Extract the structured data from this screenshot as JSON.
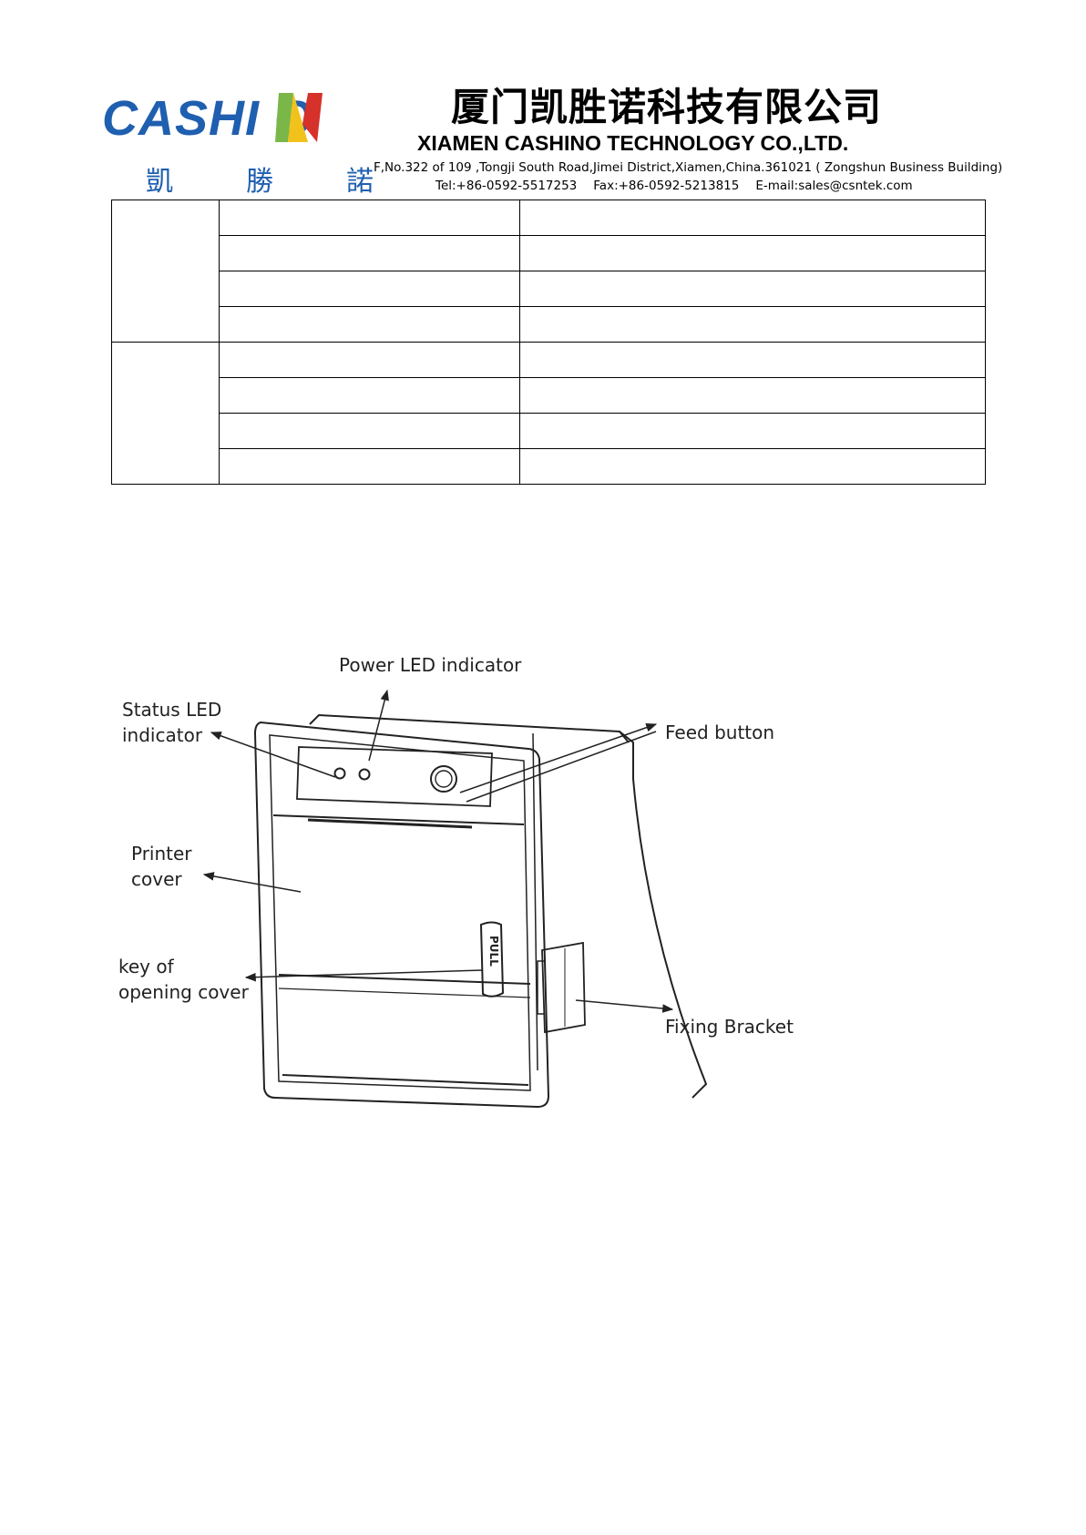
{
  "brand": {
    "logo_word": "CASHI O",
    "logo_cn": [
      "凱",
      "勝",
      "諾"
    ],
    "blue": "#1f5fb0",
    "green": "#7ab648",
    "yellow": "#f2c21c",
    "red": "#d6312b"
  },
  "company": {
    "name_cn": "厦门凯胜诺科技有限公司",
    "name_en": "XIAMEN CASHINO TECHNOLOGY CO.,LTD.",
    "address": "F,No.322 of 109 ,Tongji South Road,Jimei District,Xiamen,China.361021 ( Zongshun Business Building)",
    "tel": "Tel:+86-0592-5517253",
    "fax": "Fax:+86-0592-5213815",
    "email": "E-mail:sales@csntek.com"
  },
  "table": {
    "groups": [
      {
        "label": "",
        "rows": [
          [
            "",
            ""
          ],
          [
            "",
            ""
          ],
          [
            "",
            ""
          ],
          [
            "",
            ""
          ]
        ]
      },
      {
        "label": "",
        "rows": [
          [
            "",
            ""
          ],
          [
            "",
            ""
          ],
          [
            "",
            ""
          ],
          [
            "",
            ""
          ]
        ]
      }
    ]
  },
  "figure": {
    "labels": {
      "power_led": "Power LED indicator",
      "status_led": "Status LED\nindicator",
      "feed_button": "Feed button",
      "printer_cover": "Printer\ncover",
      "key_cover": "key of\nopening cover",
      "fixing_bracket": "Fixing Bracket",
      "pull": "PULL"
    }
  }
}
